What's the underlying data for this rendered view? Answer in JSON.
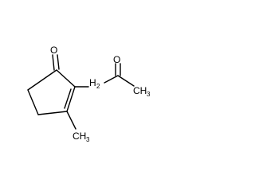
{
  "molecule": {
    "atoms": {
      "ring_oxygen": "O",
      "side_oxygen": "O",
      "methylene": "H",
      "methylene_sub": "2",
      "acetyl_methyl": "CH",
      "acetyl_methyl_sub": "3",
      "ring_methyl": "CH",
      "ring_methyl_sub": "3"
    }
  }
}
